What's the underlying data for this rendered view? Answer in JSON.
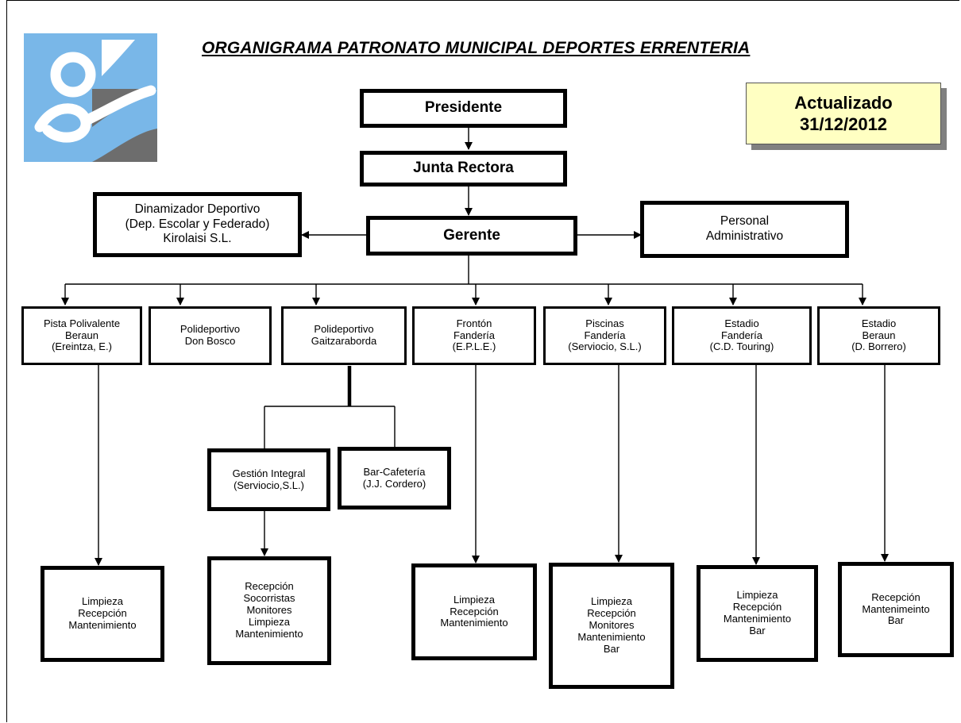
{
  "title": "ORGANIGRAMA PATRONATO MUNICIPAL DEPORTES ERRENTERIA",
  "updated": {
    "label": "Actualizado",
    "date": "31/12/2012"
  },
  "logo": {
    "icon": "patronato-logo-icon",
    "colors": {
      "blue": "#79b7e8",
      "gray": "#6d6d6d"
    }
  },
  "colors": {
    "update_bg": "#ffffc2",
    "update_shadow": "#808080"
  },
  "top": {
    "presidente": "Presidente",
    "junta": "Junta Rectora",
    "gerente": "Gerente",
    "dinamizador": "Dinamizador Deportivo\n(Dep. Escolar y Federado)\nKirolaisi S.L.",
    "personal": "Personal\nAdministrativo"
  },
  "facilities": [
    {
      "label": "Pista Polivalente\nBeraun\n(Ereintza, E.)"
    },
    {
      "label": "Polideportivo\nDon Bosco"
    },
    {
      "label": "Polideportivo\nGaitzaraborda"
    },
    {
      "label": "Frontón\nFandería\n(E.P.L.E.)"
    },
    {
      "label": "Piscinas\nFandería\n(Serviocio, S.L.)"
    },
    {
      "label": "Estadio\nFandería\n(C.D. Touring)"
    },
    {
      "label": "Estadio\nBeraun\n(D. Borrero)"
    }
  ],
  "sub": {
    "gestion": "Gestión Integral\n(Serviocio,S.L.)",
    "bar": "Bar-Cafetería\n(J.J. Cordero)"
  },
  "services": [
    {
      "label": "Limpieza\nRecepción\nMantenimiento"
    },
    {
      "label": "Recepción\nSocorristas\nMonitores\nLimpieza\nMantenimiento"
    },
    {
      "label": "Limpieza\nRecepción\nMantenimiento"
    },
    {
      "label": "Limpieza\nRecepción\nMonitores\nMantenimiento\nBar"
    },
    {
      "label": "Limpieza\nRecepción\nMantenimiento\nBar"
    },
    {
      "label": "Recepción\nMantenimeinto\nBar"
    }
  ]
}
